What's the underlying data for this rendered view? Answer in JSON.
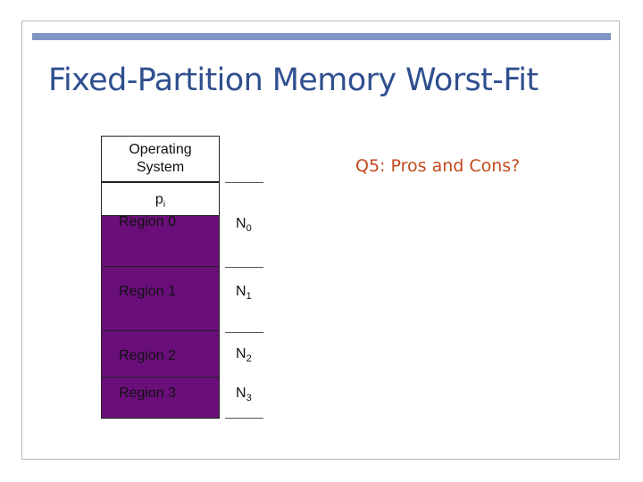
{
  "slide": {
    "title": "Fixed-Partition Memory Worst-Fit",
    "question": "Q5: Pros and Cons?"
  },
  "memory": {
    "os_label": "Operating\nSystem",
    "process": {
      "base": "p",
      "sub": "i"
    },
    "regions": [
      {
        "label": "Region 0",
        "size_base": "N",
        "size_sub": "0"
      },
      {
        "label": "Region 1",
        "size_base": "N",
        "size_sub": "1"
      },
      {
        "label": "Region 2",
        "size_base": "N",
        "size_sub": "2"
      },
      {
        "label": "Region 3",
        "size_base": "N",
        "size_sub": "3"
      }
    ]
  },
  "colors": {
    "title": "#2f4f8f",
    "question": "#c24a1c",
    "region_fill": "#6a0f7a",
    "accent_bar": "#7f96c4"
  }
}
